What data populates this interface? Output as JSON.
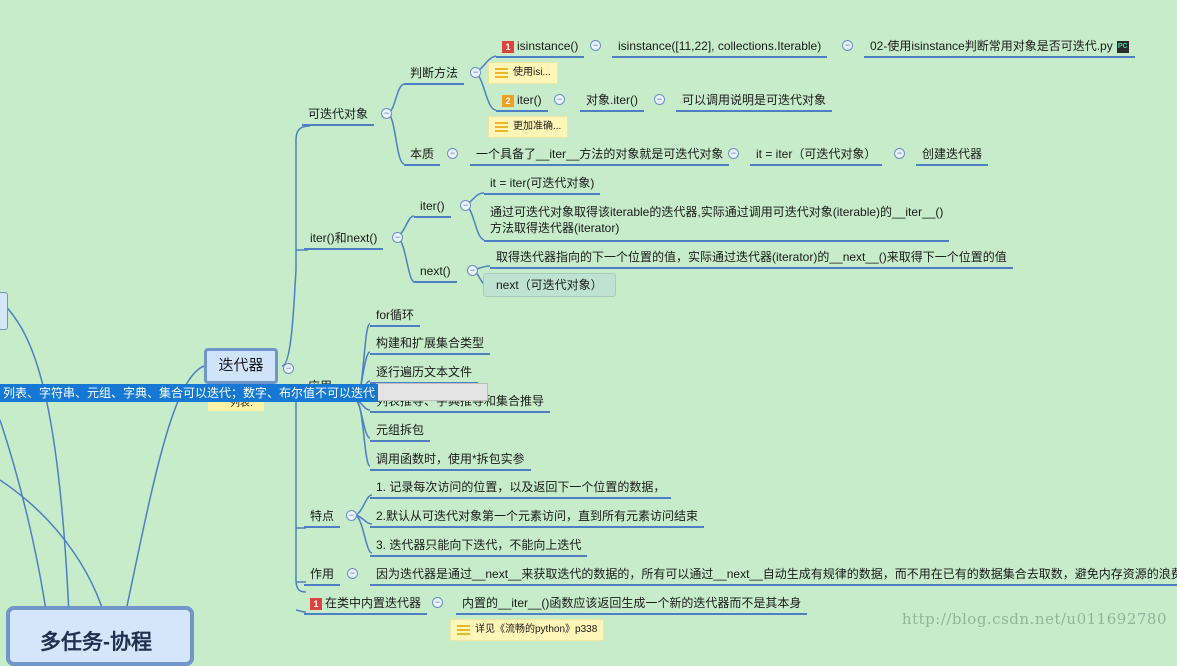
{
  "central": "迭代器",
  "bottom_box": "多任务-协程",
  "tooltip": "列表、字符串、元组、字典、集合可以迭代；数字、布尔值不可以迭代",
  "small_note_left": "列表.",
  "watermark": "http://blog.csdn.net/u011692780",
  "colors": {
    "background": "#c6ecc9",
    "connector": "#4d7fc4",
    "central_border": "#6f95c9",
    "tooltip": "#1478d4",
    "note": "#fff6b8"
  },
  "icons": {
    "collapse": "⊖",
    "note": "note-icon",
    "pycharm": "PC"
  },
  "branch1": {
    "label": "可迭代对象",
    "judge": {
      "label": "判断方法",
      "isinstance": {
        "prio": "1",
        "label": "isinstance()",
        "example": "isinstance([11,22], collections.Iterable)",
        "file": "02-使用isinstance判断常用对象是否可迭代.py",
        "note": "使用isi..."
      },
      "iter": {
        "prio": "2",
        "label": "iter()",
        "example": "对象.iter()",
        "desc": "可以调用说明是可迭代对象",
        "note": "更加准确..."
      }
    },
    "essence": {
      "label": "本质",
      "desc": "一个具备了__iter__方法的对象就是可迭代对象",
      "code": "it = iter（可迭代对象）",
      "create": "创建迭代器"
    }
  },
  "branch2": {
    "label": "iter()和next()",
    "iter": {
      "label": "iter()",
      "code": "it = iter(可迭代对象)",
      "desc1": "通过可迭代对象取得该iterable的迭代器,实际通过调用可迭代对象(iterable)的__iter__()",
      "desc2": "方法取得迭代器(iterator)"
    },
    "next": {
      "label": "next()",
      "desc": "取得迭代器指向的下一个位置的值，实际通过迭代器(iterator)的__next__()来取得下一个位置的值",
      "code": "next（可迭代对象）"
    }
  },
  "branch3": {
    "label": "应用",
    "items": [
      "for循环",
      "构建和扩展集合类型",
      "逐行遍历文本文件",
      "列表推导、字典推导和集合推导",
      "元组拆包",
      "调用函数时，使用*拆包实参"
    ]
  },
  "branch4": {
    "label": "特点",
    "items": [
      "1. 记录每次访问的位置，以及返回下一个位置的数据，",
      "2.默认从可迭代对象第一个元素访问，直到所有元素访问结束",
      "3. 迭代器只能向下迭代，不能向上迭代"
    ]
  },
  "branch5": {
    "label": "作用",
    "desc": "因为迭代器是通过__next__来获取迭代的数据的，所有可以通过__next__自动生成有规律的数据，而不用在已有的数据集合去取数，避免内存资源的浪费"
  },
  "branch6": {
    "prio": "1",
    "label": "在类中内置迭代器",
    "desc": "内置的__iter__()函数应该返回生成一个新的迭代器而不是其本身",
    "note": "详见《流畅的python》p338"
  }
}
